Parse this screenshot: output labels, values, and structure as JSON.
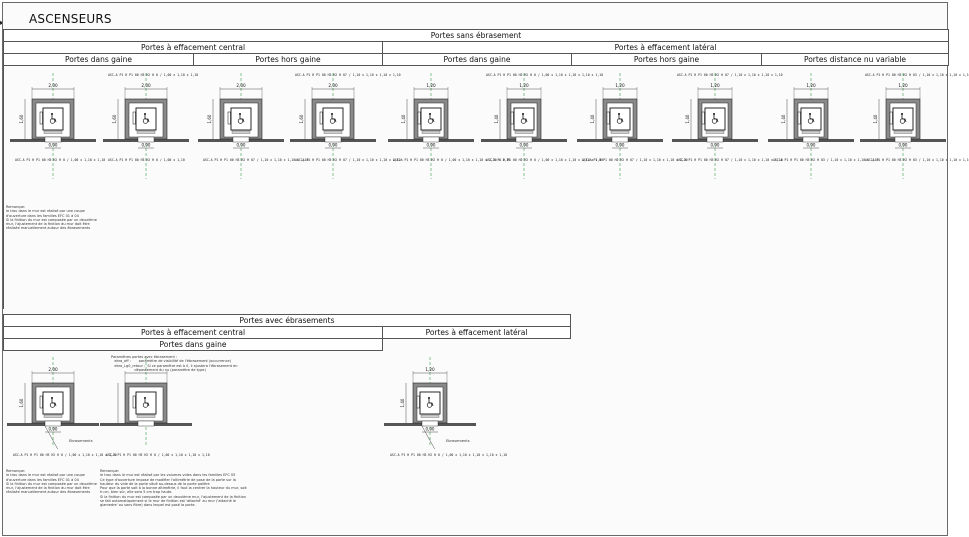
{
  "title": "ASCENSEURS",
  "top": {
    "header": "Portes sans ébrasement",
    "groups": [
      {
        "label": "Portes à effacement central",
        "subs": [
          "Portes dans gaine",
          "Portes hors gaine"
        ]
      },
      {
        "label": "Portes à effacement latéral",
        "subs": [
          "Portes dans gaine",
          "Portes hors gaine",
          "Portes distance nu variable"
        ]
      }
    ],
    "units": [
      {
        "width_label": "2,00",
        "depth_label": "1,60",
        "door_label": "0,90",
        "top_tag": "",
        "bottom_tag": "ASC-A P1 H P1 00 H3 H2 H 0 / 1,00 x 1,10 x 1,10"
      },
      {
        "width_label": "2,00",
        "depth_label": "1,60",
        "door_label": "0,90",
        "top_tag": "ASC-A P1 H P1 00 H3 H2 H 0 / 1,00 x 1,10 x 1,10",
        "bottom_tag": "ASC-A P1 H P1 00 H3 H2 H 0 / 1,00 x 1,10"
      },
      {
        "width_label": "2,00",
        "depth_label": "1,60",
        "door_label": "0,90",
        "top_tag": "",
        "bottom_tag": "ASC-A P1 H P1 00 H3 H2 H 07 / 1,10 x 1,10 x 1,10 x 1,10"
      },
      {
        "width_label": "2,00",
        "depth_label": "1,60",
        "door_label": "0,90",
        "top_tag": "ASC-A P1 H P1 00 H3 H2 H 07 / 1,10 x 1,10 x 1,10 x 1,10",
        "bottom_tag": "ASC-A P1 H P1 00 H3 H2 H 07 / 1,10 x 1,10 x 1,10 x 1,10"
      },
      {
        "width_label": "1,20",
        "depth_label": "1,40",
        "door_label": "0,90",
        "top_tag": "",
        "bottom_tag": "ASC-A P1 H P1 00 H3 H2 H 0 / 1,00 x 1,10 x 1,10 x 1,10 x 1,10"
      },
      {
        "width_label": "1,20",
        "depth_label": "1,40",
        "door_label": "0,90",
        "top_tag": "ASC-A P1 H P1 00 H3 H2 H 0 / 1,00 x 1,10 x 1,10 x 1,10 x 1,10",
        "bottom_tag": "ASC-A P1 H P1 00 H3 H2 H 0 / 1,00 x 1,10 x 1,10 x 1,10 x 1,10"
      },
      {
        "width_label": "1,20",
        "depth_label": "1,40",
        "door_label": "0,90",
        "top_tag": "",
        "bottom_tag": "ASC-A P1 H P1 00 H3 H2 H 07 / 1,10 x 1,10 x 1,10 x 1,10"
      },
      {
        "width_label": "1,20",
        "depth_label": "1,40",
        "door_label": "0,90",
        "top_tag": "ASC-A P1 H P1 00 H3 H2 H 07 / 1,10 x 1,10 x 1,10 x 1,10",
        "bottom_tag": "ASC-A P1 H P1 00 H3 H2 H 07 / 1,10 x 1,10 x 1,10 x 1,10"
      },
      {
        "width_label": "1,20",
        "depth_label": "1,40",
        "door_label": "0,90",
        "top_tag": "",
        "bottom_tag": "ASC-A P1 H P1 00 H3 H2 H 03 / 1,10 x 1,10 x 1,10 x 1,10"
      },
      {
        "width_label": "1,20",
        "depth_label": "1,40",
        "door_label": "0,90",
        "top_tag": "ASC-A P1 H P1 00 H3 H2 H 03 / 1,10 x 1,10 x 1,10 x 1,10",
        "bottom_tag": "ASC-A P1 H P1 00 H3 H2 H 03 / 1,10 x 1,10 x 1,10 x 1,10"
      }
    ],
    "remark": "Remarque:\nle trou dans le mur est réalisé par une coupe\nd'ouverture dans les familles EFC 01 à 04\nSi la finition du mur est composée par un deuxième\nmur, l'ajustement de la finition du mur doit être\nréalisée manuellement autour des ébrasements"
  },
  "bottom": {
    "header": "Portes avec ébrasements",
    "groups": [
      {
        "label": "Portes à effacement central",
        "subs": [
          "Portes dans gaine"
        ]
      },
      {
        "label": "Portes à effacement latéral",
        "subs": []
      }
    ],
    "units": [
      {
        "width_label": "2,00",
        "depth_label": "1,60",
        "door_label": "0,90",
        "bottom_tag": "ASC-A P1 H P1 00 H3 H2 H 0 / 1,00 x 1,10 x 1,10 x 1,10",
        "ebr_label": "Ebrasements"
      },
      {
        "width_label": "",
        "depth_label": "",
        "door_label": "",
        "bottom_tag": "ASC-A P1 H P1 00 H3 H2 H 0 / 1,00 x 1,10 x 1,10 x 1,10",
        "ebr_label": ""
      },
      {
        "width_label": "1,20",
        "depth_label": "1,40",
        "door_label": "0,90",
        "bottom_tag": "ASC-A P1 H P1 00 H3 H2 H 0 / 1,00 x 1,10 x 1,10 x 1,10 x 1,10",
        "ebr_label": "Ebrasements"
      }
    ],
    "param_note": "Paramètres portes avec ébrasement :\n   ebra_off :       paramètre de visibilité de l'ébrasement (occurrence)\n   ebra_Lg0_retour :  Si ce paramètre est à 0, il ajustera l'ébrasement en\n                     dépassement du nu (paramètre de type)",
    "remark_left": "Remarque:\nle trou dans le mur est réalisé par une coupe\nd'ouverture dans les familles EFC 01 à 04\nSi la finition du mur est composée par un deuxième\nmur, l'ajustement de la finition du mur doit être\nréalisée manuellement autour des ébrasements",
    "remark_right": "Remarque:\nle trou dans le mur est réalisé par les volumes vides dans les familles EFC 05\nCe type d'ouverture impose de modifier l'altimétrie de pose de la porte sur la\nhauteur du vide de la porte situé au-dessus de la porte palière\nPour que la porte soit à la bonne altimétrie, il faut la centrer la hauteur du mur, soit\nh=m, bien sûr, elle sera 5 cm trop haute.\nSi la finition du mur est composée par un deuxième mur, l'ajustement de la finition\nse fait automatiquement si le mur de finition est 'attaché' au mur ('attaché le\nglamedre' ou sans fibre) dans lequel est posé la porte."
  }
}
